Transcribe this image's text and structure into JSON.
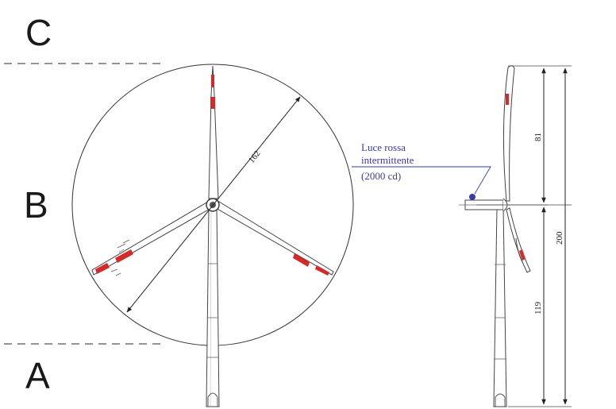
{
  "zones": {
    "c": "C",
    "b": "B",
    "a": "A"
  },
  "rotor": {
    "diameter_label": "162"
  },
  "side_view": {
    "rotor_radius_label": "81",
    "hub_height_label": "119",
    "total_height_label": "200",
    "light_label": {
      "line1": "Luce rossa",
      "line2": "intermittente",
      "line3": "(2000 cd)"
    }
  },
  "colors": {
    "blade_marking": "#d42a2a",
    "light_text": "#3a3aa8",
    "light_dot": "#3a3aa8",
    "line": "#333333"
  }
}
